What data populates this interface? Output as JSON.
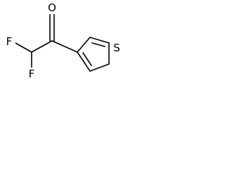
{
  "molecule": {
    "atoms": {
      "oxygen": "O",
      "fluorine_top": "F",
      "fluorine_bottom": "F",
      "sulfur": "S"
    },
    "line_color": "#000000",
    "background_color": "#ffffff"
  }
}
